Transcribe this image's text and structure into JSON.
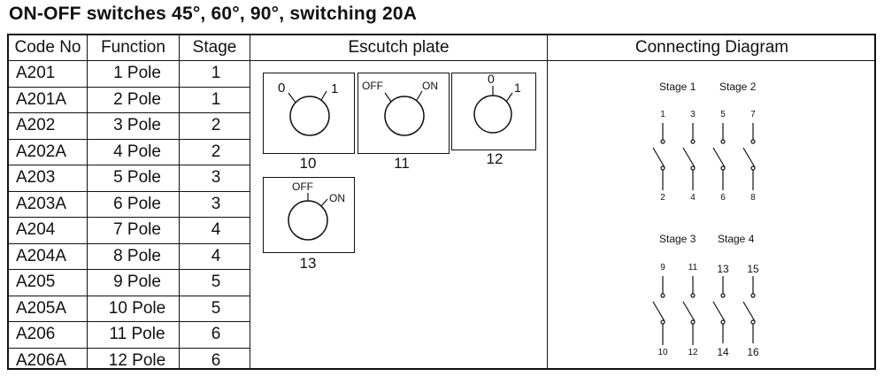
{
  "title": "ON-OFF switches  45°,  60°,  90°, switching  20A",
  "headers": {
    "code": "Code No",
    "function": "Function",
    "stage": "Stage",
    "plate": "Escutch  plate",
    "diagram": "Connecting Diagram"
  },
  "rows": [
    {
      "code": "A201",
      "function": "1 Pole",
      "stage": "1"
    },
    {
      "code": "A201A",
      "function": "2 Pole",
      "stage": "1"
    },
    {
      "code": "A202",
      "function": "3 Pole",
      "stage": "2"
    },
    {
      "code": "A202A",
      "function": "4 Pole",
      "stage": "2"
    },
    {
      "code": "A203",
      "function": "5 Pole",
      "stage": "3"
    },
    {
      "code": "A203A",
      "function": "6 Pole",
      "stage": "3"
    },
    {
      "code": "A204",
      "function": "7 Pole",
      "stage": "4"
    },
    {
      "code": "A204A",
      "function": "8 Pole",
      "stage": "4"
    },
    {
      "code": "A205",
      "function": "9 Pole",
      "stage": "5"
    },
    {
      "code": "A205A",
      "function": "10 Pole",
      "stage": "5"
    },
    {
      "code": "A206",
      "function": "11 Pole",
      "stage": "6"
    },
    {
      "code": "A206A",
      "function": "12 Pole",
      "stage": "6"
    }
  ],
  "plates": [
    {
      "number": "10",
      "left_label": "0",
      "right_label": "1"
    },
    {
      "number": "11",
      "left_label": "OFF",
      "right_label": "ON"
    },
    {
      "number": "12",
      "left_label": "0",
      "right_label": "1"
    },
    {
      "number": "13",
      "left_label": "OFF",
      "right_label": "ON"
    }
  ],
  "diagram": {
    "stages": [
      "Stage  1",
      "Stage  2",
      "Stage  3",
      "Stage  4"
    ],
    "top_terminals_a": [
      "1",
      "3",
      "5",
      "7"
    ],
    "bottom_terminals_a": [
      "2",
      "4",
      "6",
      "8"
    ],
    "top_terminals_b": [
      "9",
      "11",
      "13",
      "15"
    ],
    "bottom_terminals_b": [
      "10",
      "12",
      "14",
      "16"
    ]
  }
}
